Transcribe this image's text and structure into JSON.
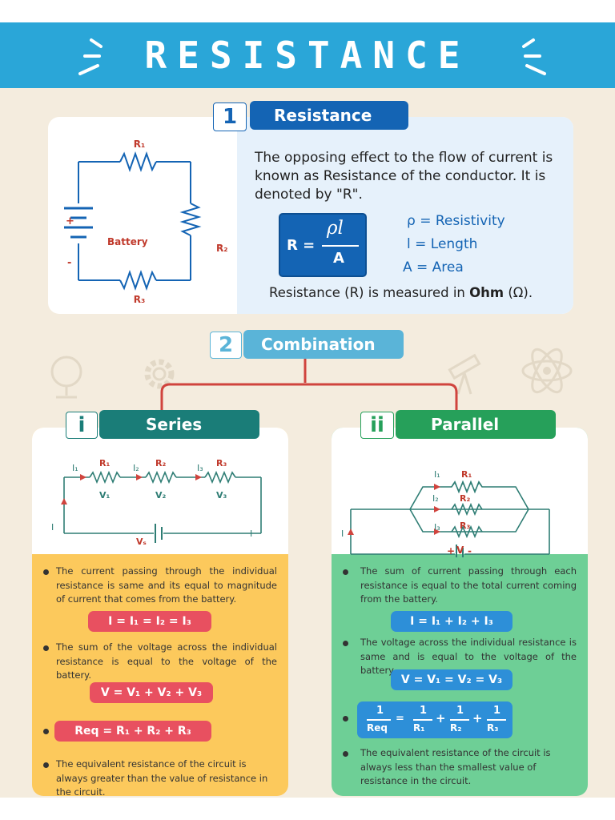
{
  "title": "RESISTANCE",
  "section1": {
    "number": "1",
    "heading": "Resistance",
    "description": "The opposing effect to the flow of current is known as Resistance of the conductor. It is denoted by \"R\".",
    "formula_lhs": "R =",
    "formula_numerator": "ρl",
    "formula_denominator": "A",
    "legend": [
      "ρ = Resistivity",
      "l = Length",
      "A = Area"
    ],
    "unit_text_prefix": "Resistance (R) is measured in ",
    "unit_text_bold": "Ohm",
    "unit_text_suffix": " (Ω).",
    "circuit_labels": {
      "r1": "R₁",
      "r2": "R₂",
      "r3": "R₃",
      "battery": "Battery",
      "plus": "+",
      "minus": "-"
    }
  },
  "section2": {
    "number": "2",
    "heading": "Combination"
  },
  "series": {
    "number": "i",
    "heading": "Series",
    "circuit_labels": {
      "i1": "I₁",
      "i2": "I₂",
      "i3": "I₃",
      "r1": "R₁",
      "r2": "R₂",
      "r3": "R₃",
      "v1": "V₁",
      "v2": "V₂",
      "v3": "V₃",
      "i": "I",
      "vs": "Vₛ"
    },
    "point1": "The current passing through the individual resistance is same and its equal to magnitude of current that comes from the battery.",
    "eq1": "I = I₁ = I₂ = I₃",
    "point2": "The sum of the voltage across the individual resistance is equal to the voltage of the battery.",
    "eq2": "V = V₁ + V₂ + V₃",
    "eq3": "Req = R₁ + R₂ + R₃",
    "point3": "The equivalent resistance of the circuit is always greater than the value of resistance in the circuit."
  },
  "parallel": {
    "number": "ii",
    "heading": "Parallel",
    "circuit_labels": {
      "i1": "I₁",
      "i2": "I₂",
      "i3": "I₃",
      "r1": "R₁",
      "r2": "R₂",
      "r3": "R₃",
      "i": "I",
      "v": "V",
      "plus": "+",
      "minus": "-"
    },
    "point1": "The sum of current passing through each resistance is equal to the total current coming from the battery.",
    "eq1": "I = I₁ + I₂ + I₃",
    "point2": "The voltage across the individual resistance is same and is equal to the voltage of the battery.",
    "eq2": "V = V₁ = V₂ = V₃",
    "eq3": {
      "one": "1",
      "req": "Req",
      "eq": "=",
      "plus": "+",
      "r1": "R₁",
      "r2": "R₂",
      "r3": "R₃"
    },
    "point3": "The equivalent resistance of the circuit is always less than the smallest value of resistance in the circuit."
  },
  "colors": {
    "banner": "#2aa6d8",
    "navy": "#1464b4",
    "teal": "#1a7d78",
    "green": "#26a05a",
    "red": "#e85060",
    "blue_pill": "#2d8fd8"
  }
}
